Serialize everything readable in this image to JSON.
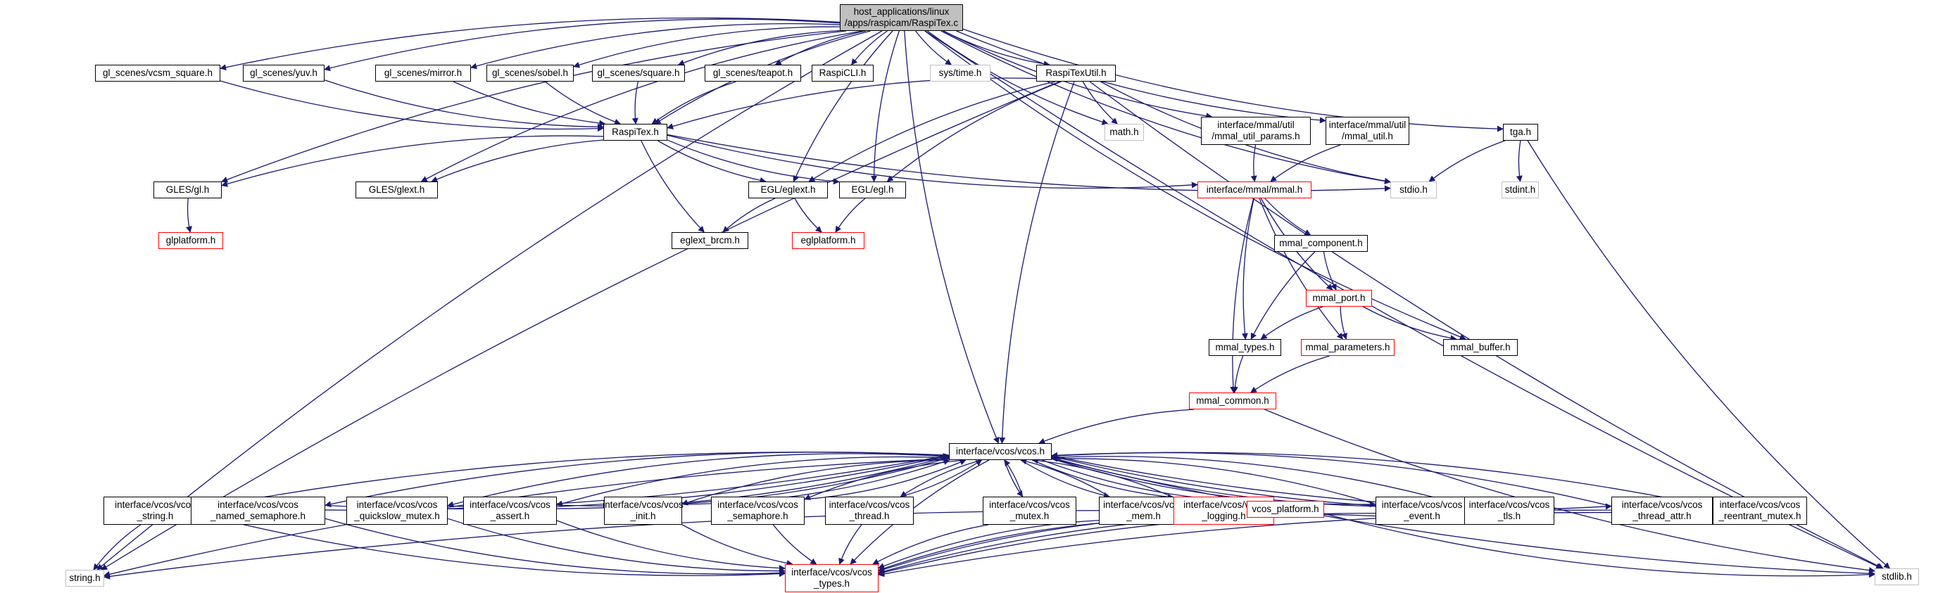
{
  "graph": {
    "title": "host_applications/linux/apps/raspicam/RaspiTex.c",
    "edge_color": "#191970",
    "nodes": {
      "root": "host_applications/linux\n/apps/raspicam/RaspiTex.c",
      "vcsm_square": "gl_scenes/vcsm_square.h",
      "yuv": "gl_scenes/yuv.h",
      "mirror": "gl_scenes/mirror.h",
      "sobel": "gl_scenes/sobel.h",
      "square": "gl_scenes/square.h",
      "teapot": "gl_scenes/teapot.h",
      "raspicli": "RaspiCLI.h",
      "systime": "sys/time.h",
      "raspitexutil": "RaspiTexUtil.h",
      "raspitex": "RaspiTex.h",
      "mathh": "math.h",
      "util_params": "interface/mmal/util\n/mmal_util_params.h",
      "util": "interface/mmal/util\n/mmal_util.h",
      "tga": "tga.h",
      "stdio": "stdio.h",
      "stdint": "stdint.h",
      "gles_gl": "GLES/gl.h",
      "gles_glext": "GLES/glext.h",
      "eglext": "EGL/eglext.h",
      "egl": "EGL/egl.h",
      "mmal": "interface/mmal/mmal.h",
      "glplatform": "glplatform.h",
      "eglext_brcm": "eglext_brcm.h",
      "eglplatform": "eglplatform.h",
      "mmal_component": "mmal_component.h",
      "mmal_port": "mmal_port.h",
      "mmal_types": "mmal_types.h",
      "mmal_parameters": "mmal_parameters.h",
      "mmal_buffer": "mmal_buffer.h",
      "mmal_common": "mmal_common.h",
      "vcos": "interface/vcos/vcos.h",
      "vcos_string": "interface/vcos/vcos\n_string.h",
      "vcos_named_semaphore": "interface/vcos/vcos\n_named_semaphore.h",
      "vcos_quickslow_mutex": "interface/vcos/vcos\n_quickslow_mutex.h",
      "vcos_assert": "interface/vcos/vcos\n_assert.h",
      "vcos_init": "interface/vcos/vcos\n_init.h",
      "vcos_semaphore": "interface/vcos/vcos\n_semaphore.h",
      "vcos_thread": "interface/vcos/vcos\n_thread.h",
      "vcos_mutex": "interface/vcos/vcos\n_mutex.h",
      "vcos_mem": "interface/vcos/vcos\n_mem.h",
      "vcos_logging": "interface/vcos/vcos\n_logging.h",
      "vcos_platform": "vcos_platform.h",
      "vcos_event": "interface/vcos/vcos\n_event.h",
      "vcos_tls": "interface/vcos/vcos\n_tls.h",
      "vcos_thread_attr": "interface/vcos/vcos\n_thread_attr.h",
      "vcos_reentrant_mutex": "interface/vcos/vcos\n_reentrant_mutex.h",
      "vcos_types": "interface/vcos/vcos\n_types.h",
      "stringh": "string.h",
      "stdlib": "stdlib.h"
    }
  }
}
